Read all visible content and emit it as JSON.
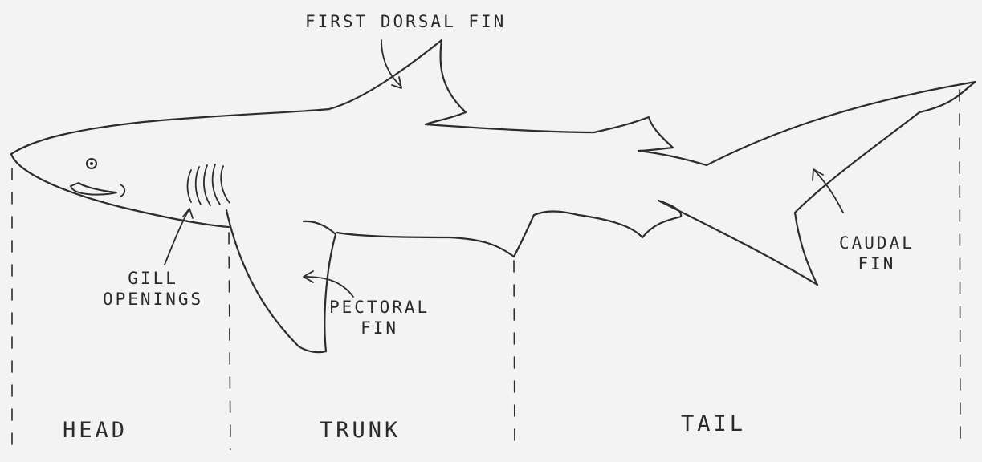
{
  "labels": {
    "first_dorsal_fin": "FIRST DORSAL FIN",
    "gill_openings_1": "GILL",
    "gill_openings_2": "OPENINGS",
    "pectoral_fin_1": "PECTORAL",
    "pectoral_fin_2": "FIN",
    "caudal_fin_1": "CAUDAL",
    "caudal_fin_2": "FIN"
  },
  "regions": {
    "head": "HEAD",
    "trunk": "TRUNK",
    "tail": "TAIL"
  }
}
